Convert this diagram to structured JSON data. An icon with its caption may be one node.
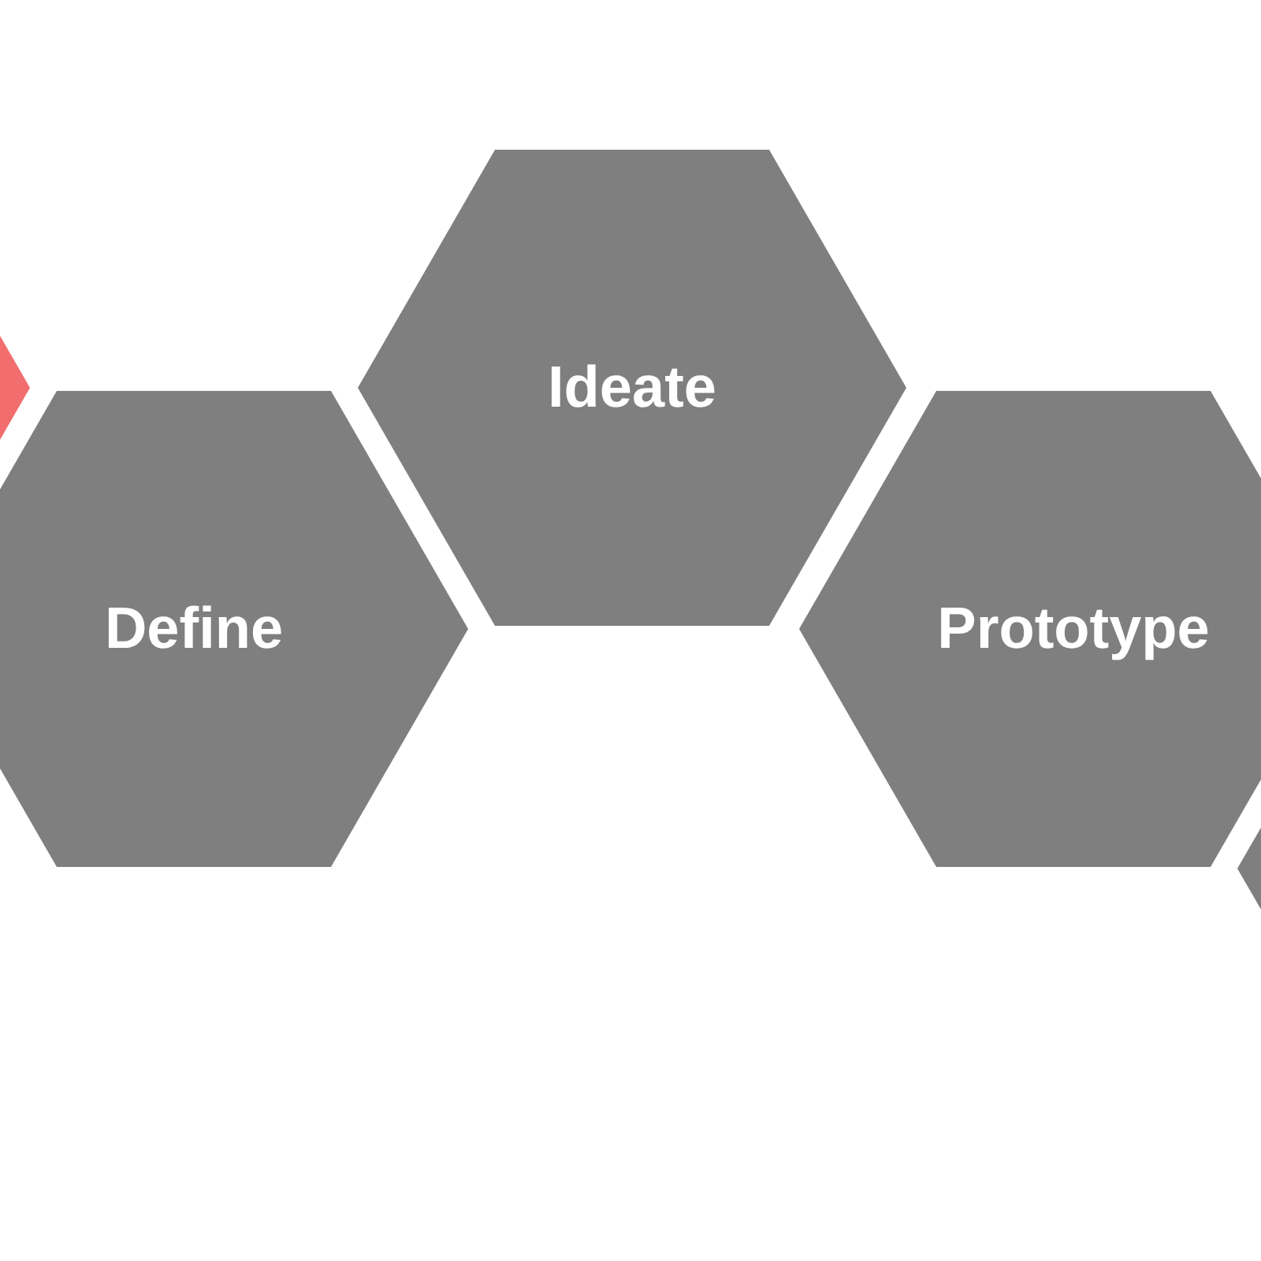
{
  "diagram": {
    "nodes": [
      {
        "text": [],
        "shape": "hexagon"
      },
      {
        "text": [
          "Define"
        ]
      },
      {
        "text": [
          "Ideate"
        ]
      },
      {
        "text": [
          "Prototype"
        ]
      },
      {
        "text": [],
        "shape": "hexagon"
      }
    ]
  }
}
